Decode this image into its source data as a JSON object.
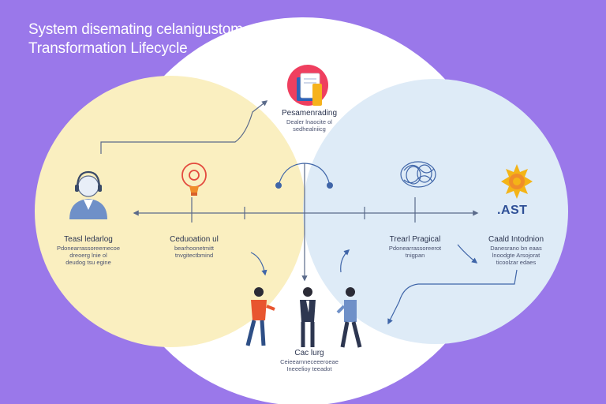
{
  "title": {
    "line1": "System disemating celanigustom",
    "line2": "Transformation Lifecycle"
  },
  "colors": {
    "background": "#9a78ea",
    "left_circle": "#faefc0",
    "right_circle": "#deebf7",
    "center_circle": "#ffffff",
    "accent_blue": "#3f65a8"
  },
  "nodes": {
    "top": {
      "title": "Pesamenrading",
      "sub1": "Dealer lnaocite ol",
      "sub2": "sedhealniicg"
    },
    "left": {
      "title": "Teasl ledarlog",
      "sub1": "Pdonearrassoreemecoe",
      "sub2": "dreoerg lnie ol",
      "sub3": "deudog tsu egine"
    },
    "center_left": {
      "title": "Ceduoation ul",
      "sub1": "bearhoonetmitt",
      "sub2": "tnvgitectbmind"
    },
    "center_right": {
      "title": "Trearl Pragical",
      "sub1": "Pdonearrassoreerot",
      "sub2": "tnigpan"
    },
    "right": {
      "icon_text": ".AST",
      "title": "Caald Intodnion",
      "sub1": "Danesrano bn eaas",
      "sub2": "lnoodgte Arsojorat",
      "sub3": "ticoolzar edaes"
    },
    "bottom": {
      "title": "Cac lurg",
      "sub1": "Ceieeamneceeeroeae",
      "sub2": "Ineeelioy teeadot"
    }
  },
  "icons": [
    "headset-person-icon",
    "lightbulb-gear-icon",
    "folder-documents-icon",
    "brain-icon",
    "sun-gear-icon"
  ]
}
